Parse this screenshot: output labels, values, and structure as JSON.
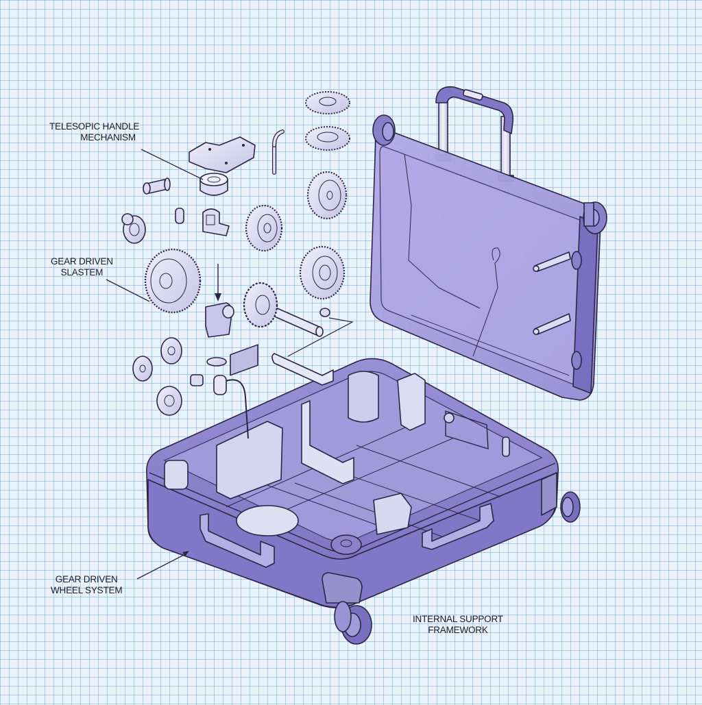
{
  "diagram": {
    "subject": "Exploded view of a rolling suitcase",
    "colors": {
      "background": "#eaf2fb",
      "grid": "#78aadc",
      "shell": "#8a7fc9",
      "shell_dark": "#6f63b3",
      "shell_light": "#a99fe0",
      "interior": "#9f95d8",
      "parts": "#dcdcf2",
      "outline": "#2a2545",
      "label_text": "#1c1c28"
    },
    "labels": [
      {
        "id": "telescopic",
        "line1": "TELESOPIC HANDLE",
        "line2": "MECHANISM"
      },
      {
        "id": "gear-system",
        "line1": "GEAR DRIVEN",
        "line2": "SLASTEM"
      },
      {
        "id": "wheel-system",
        "line1": "GEAR DRIVEN",
        "line2": "WHEEL SYSTEM"
      },
      {
        "id": "support",
        "line1": "INTERNAL SUPPORT",
        "line2": "FRAMEWORK"
      }
    ],
    "components": [
      "telescopic-handle",
      "lid-shell",
      "base-shell",
      "side-carry-handle-left",
      "side-carry-handle-right",
      "spinner-wheel-front",
      "spinner-wheel-right",
      "lid-wheel-top-left",
      "lid-wheel-right",
      "gears",
      "axle-shaft",
      "mounting-plate",
      "hinge-bracket",
      "internal-frame-rails"
    ]
  }
}
